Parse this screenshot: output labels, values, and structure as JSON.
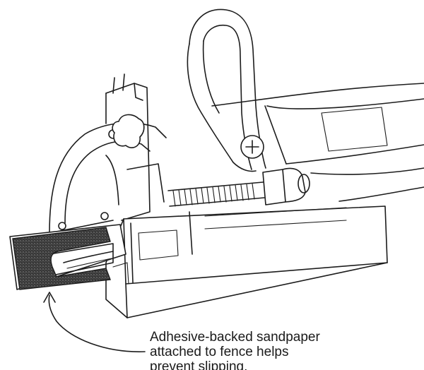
{
  "annotation": {
    "line1": "Adhesive-backed sandpaper",
    "line2": "attached to fence helps",
    "line3": "prevent slipping."
  },
  "colors": {
    "ink": "#1c1c1c",
    "sandpaper": "#3a3a3a",
    "background": "#ffffff"
  }
}
